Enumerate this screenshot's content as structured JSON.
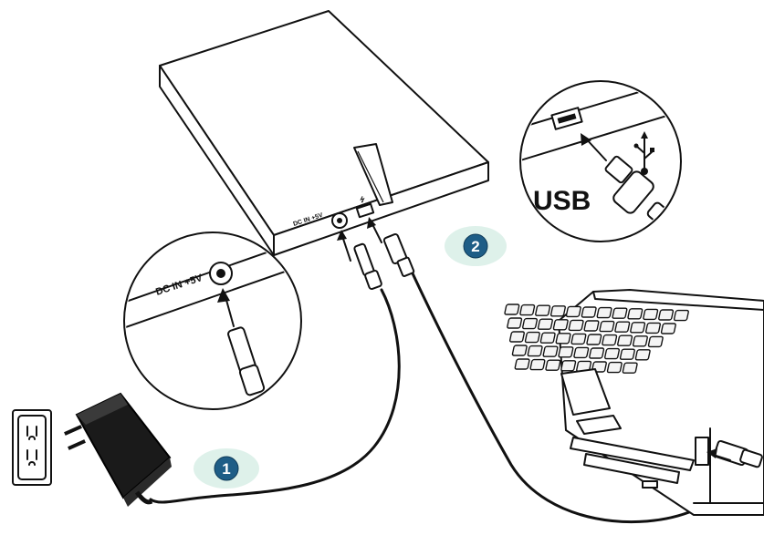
{
  "labels": {
    "step1": "1",
    "step2": "2",
    "usb": "USB",
    "dc_in_drive": "DC IN +5V",
    "dc_in_zoom": "DC IN +5V"
  },
  "colors": {
    "badge": "#1e5d86",
    "badge_glow": "#d8efe6",
    "line": "#111111"
  },
  "icons": [
    "usb-icon",
    "power-plug-icon",
    "power-outlet-icon"
  ]
}
